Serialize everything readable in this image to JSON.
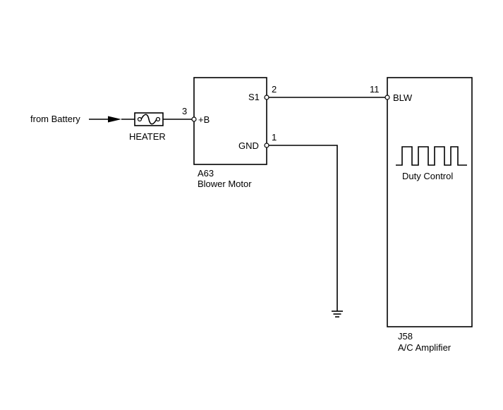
{
  "source": {
    "label": "from Battery"
  },
  "fuse": {
    "label": "HEATER"
  },
  "blower_motor": {
    "code": "A63",
    "name": "Blower Motor",
    "pins": {
      "plus_b": {
        "number": "3",
        "label": "+B"
      },
      "s1": {
        "number": "2",
        "label": "S1"
      },
      "gnd": {
        "number": "1",
        "label": "GND"
      }
    }
  },
  "ac_amplifier": {
    "code": "J58",
    "name": "A/C Amplifier",
    "pins": {
      "blw": {
        "number": "11",
        "label": "BLW"
      }
    },
    "signal_label": "Duty Control"
  }
}
